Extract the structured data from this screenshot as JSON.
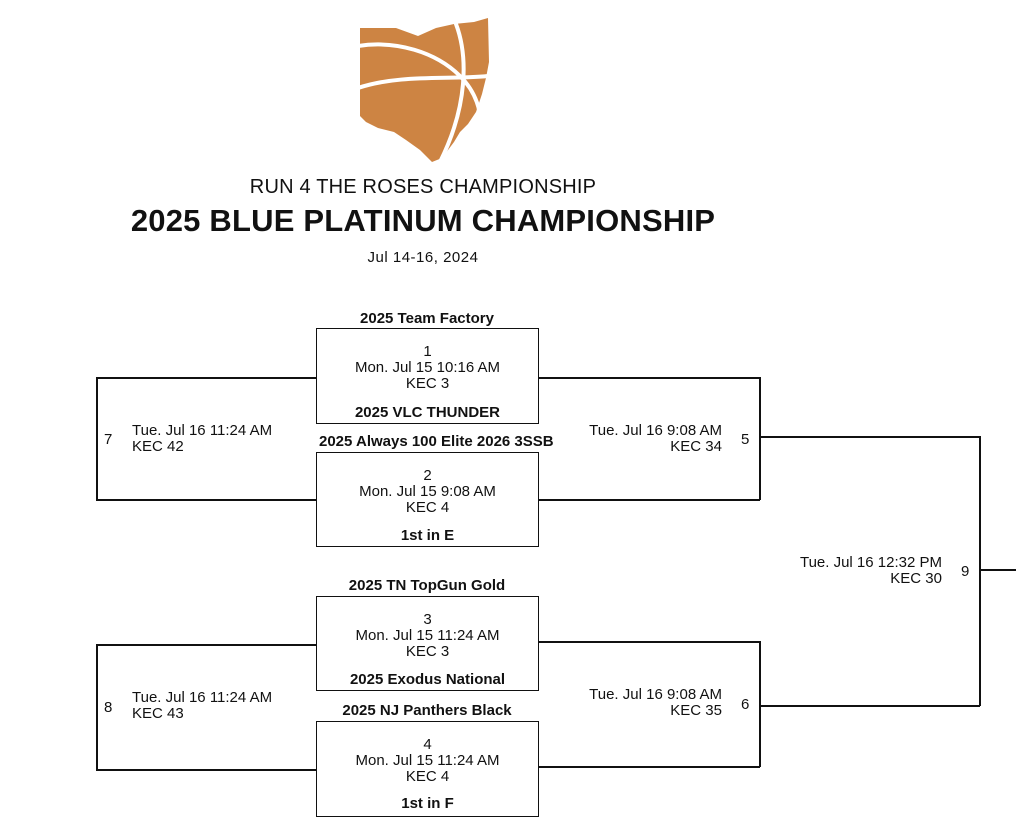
{
  "header": {
    "subtitle": "RUN 4 THE ROSES CHAMPIONSHIP",
    "title": "2025 BLUE PLATINUM CHAMPIONSHIP",
    "dates": "Jul 14-16, 2024",
    "logo_color": "#CD8443"
  },
  "games": {
    "g1": {
      "num": "1",
      "time": "Mon. Jul 15 10:16 AM",
      "court": "KEC 3",
      "top_team": "2025 Team Factory",
      "bottom_team": "2025 VLC THUNDER"
    },
    "g2": {
      "num": "2",
      "time": "Mon. Jul 15 9:08 AM",
      "court": "KEC 4",
      "top_team": "2025 Always 100 Elite 2026 3SSB",
      "bottom_team": "1st in E"
    },
    "g3": {
      "num": "3",
      "time": "Mon. Jul 15 11:24 AM",
      "court": "KEC 3",
      "top_team": "2025 TN TopGun Gold",
      "bottom_team": "2025 Exodus National"
    },
    "g4": {
      "num": "4",
      "time": "Mon. Jul 15 11:24 AM",
      "court": "KEC 4",
      "top_team": "2025 NJ Panthers Black",
      "bottom_team": "1st in F"
    },
    "g5": {
      "num": "5",
      "time": "Tue. Jul 16 9:08 AM",
      "court": "KEC 34"
    },
    "g6": {
      "num": "6",
      "time": "Tue. Jul 16 9:08 AM",
      "court": "KEC 35"
    },
    "g7": {
      "num": "7",
      "time": "Tue. Jul 16 11:24 AM",
      "court": "KEC 42"
    },
    "g8": {
      "num": "8",
      "time": "Tue. Jul 16 11:24 AM",
      "court": "KEC 43"
    },
    "g9": {
      "num": "9",
      "time": "Tue. Jul 16 12:32 PM",
      "court": "KEC 30"
    }
  }
}
